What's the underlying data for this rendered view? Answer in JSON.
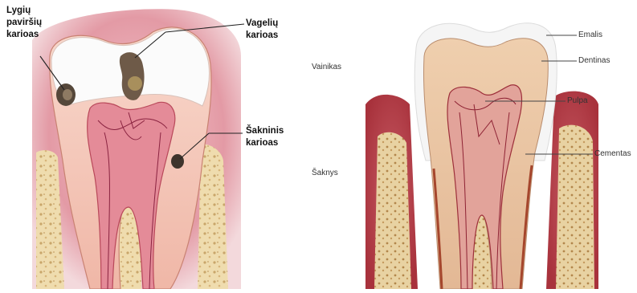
{
  "left_diagram": {
    "labels": {
      "smooth_surface": [
        "Lygių",
        "paviršių",
        "karioas"
      ],
      "fissure": [
        "Vagelių",
        "karioas"
      ],
      "root": [
        "Šakninis",
        "karioas"
      ]
    }
  },
  "right_diagram": {
    "labels": {
      "crown": "Vainikas",
      "root": "Šaknys",
      "enamel": "Emalis",
      "dentin": "Dentinas",
      "pulp": "Pulpa",
      "cementum": "Cementas"
    }
  },
  "colors": {
    "gum": "#d97a86",
    "bone": "#f1dfb4",
    "dentin": "#f4c8b8",
    "pulp": "#d45a6c",
    "enamel": "#fafafa",
    "caries": "#6e5a48"
  }
}
